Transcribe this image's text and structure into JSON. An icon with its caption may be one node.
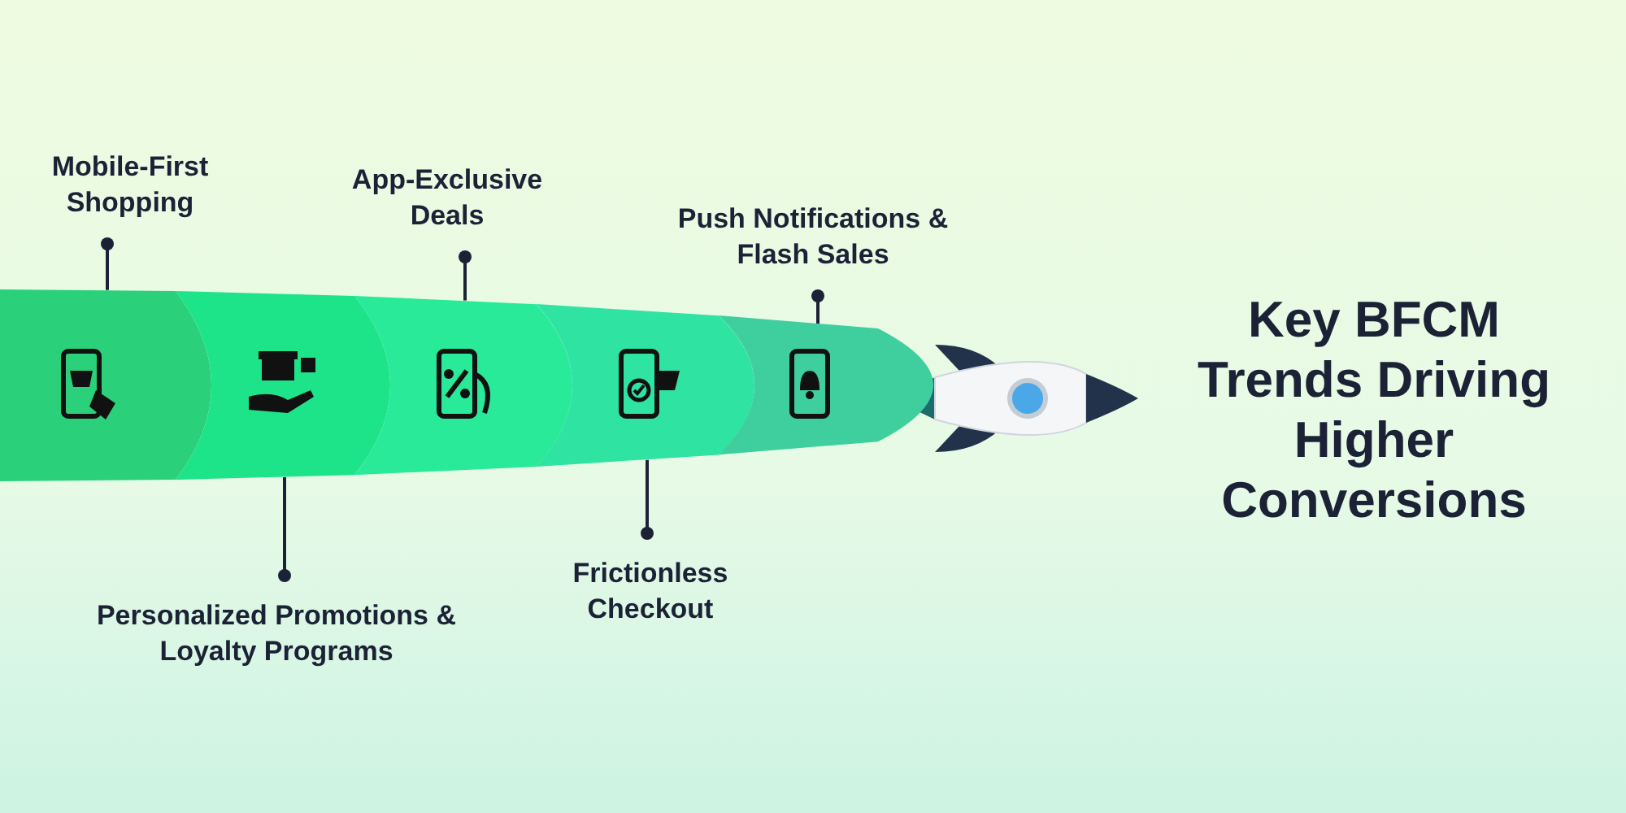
{
  "diagram": {
    "title": "Key BFCM Trends Driving Higher Conversions",
    "nodes": [
      {
        "text": [],
        "shape": "band"
      },
      {
        "text": [],
        "shape": "band"
      },
      {
        "text": [],
        "shape": "band"
      },
      {
        "text": [],
        "shape": "band"
      },
      {
        "text": [],
        "shape": "band"
      },
      {
        "text": [
          "Mobile-First Shopping"
        ]
      },
      {
        "text": [
          "Personalized Promotions & Loyalty Programs"
        ]
      },
      {
        "text": [
          "App-Exclusive Deals"
        ]
      },
      {
        "text": [
          "Frictionless Checkout"
        ]
      },
      {
        "text": [
          "Push Notifications & Flash Sales"
        ]
      }
    ],
    "edges": [
      {
        "from": 5,
        "to": 0,
        "arrow": "other"
      },
      {
        "from": 6,
        "to": 1,
        "arrow": "other"
      },
      {
        "from": 7,
        "to": 2,
        "arrow": "other"
      },
      {
        "from": 8,
        "to": 3,
        "arrow": "other"
      },
      {
        "from": 9,
        "to": 4,
        "arrow": "other"
      }
    ]
  }
}
